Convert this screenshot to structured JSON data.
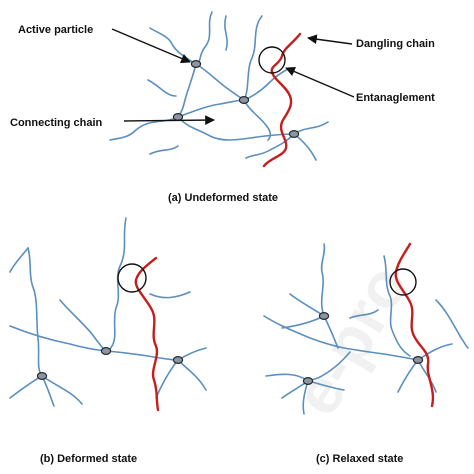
{
  "colors": {
    "chain": "#5b8fbf",
    "dangling": "#c41e1e",
    "node_fill": "#8a96a3",
    "outline": "#111111"
  },
  "panel_a": {
    "caption": "(a) Undeformed  state",
    "labels": {
      "active_particle": "Active particle",
      "dangling_chain": "Dangling chain",
      "entanglement": "Entanaglement",
      "connecting_chain": "Connecting chain"
    }
  },
  "panel_b": {
    "caption": "(b) Deformed state"
  },
  "panel_c": {
    "caption": "(c) Relaxed state"
  }
}
